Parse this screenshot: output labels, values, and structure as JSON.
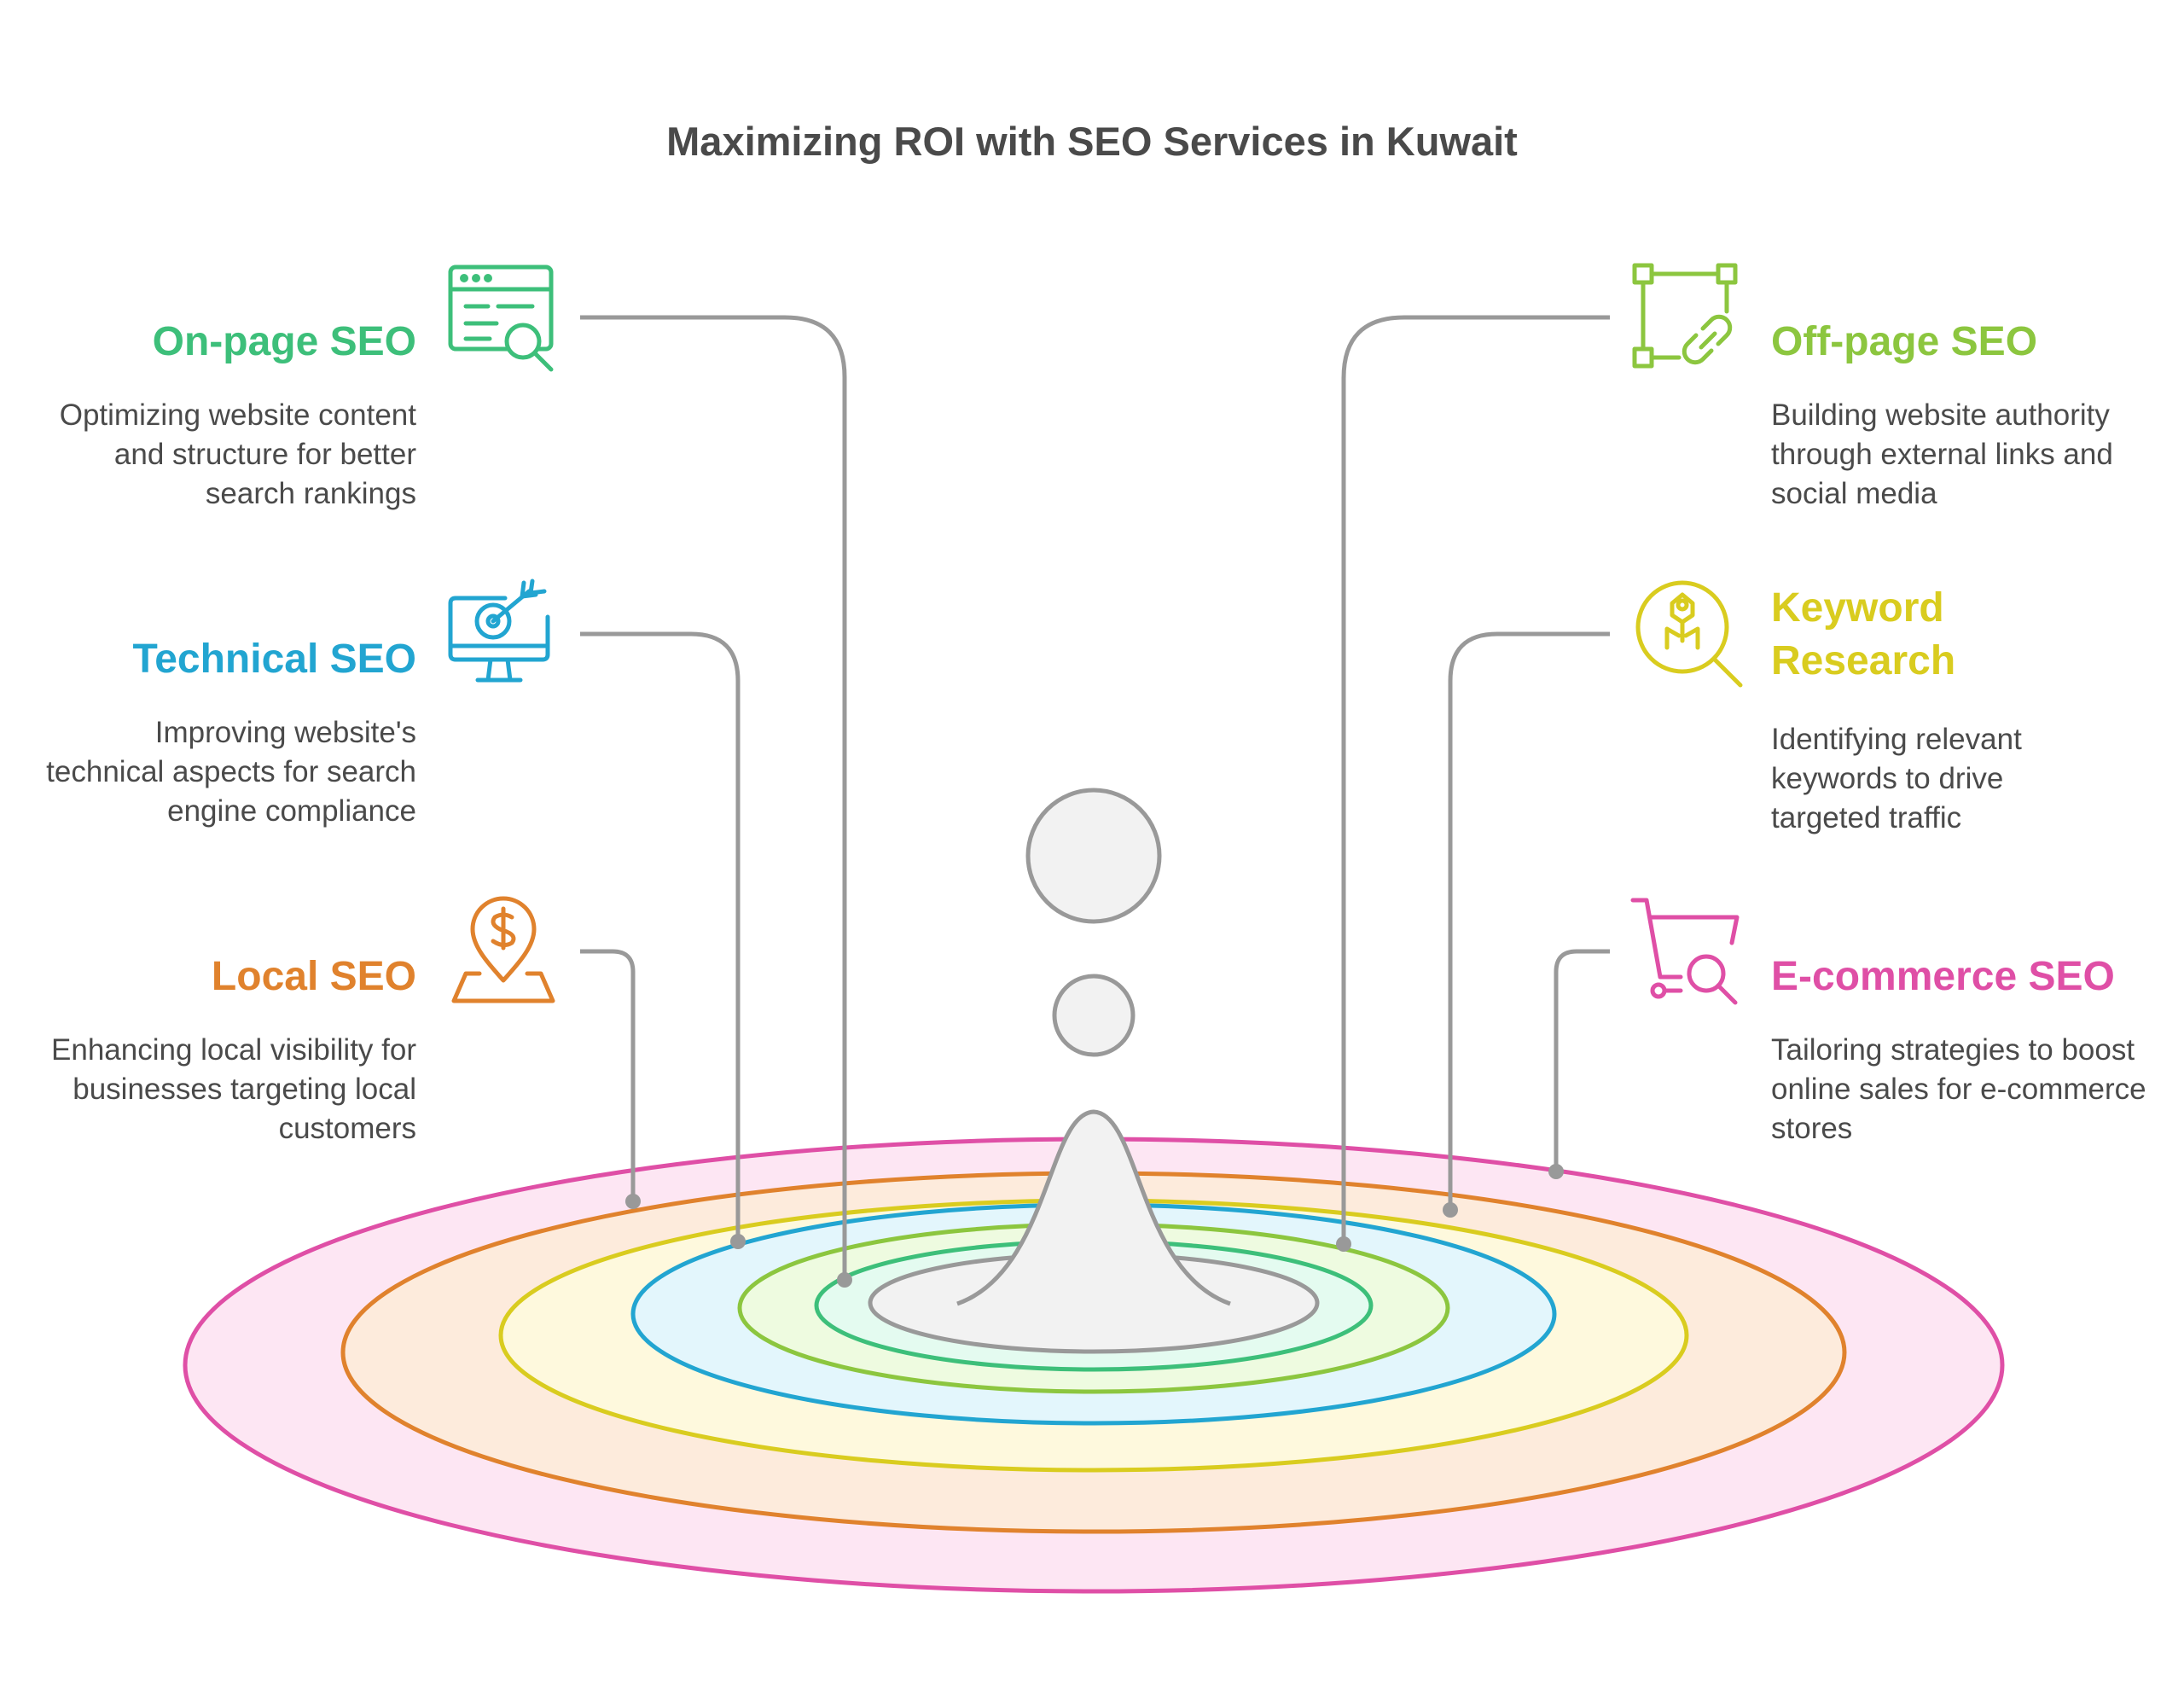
{
  "title": "Maximizing ROI with SEO Services in Kuwait",
  "colors": {
    "onpage": "#3dbf7a",
    "technical": "#22a5d1",
    "local": "#e0822d",
    "offpage": "#8cc63f",
    "keyword": "#d9cc1f",
    "ecommerce": "#df4fa6",
    "connector": "#999999",
    "text": "#4a4a4a"
  },
  "items": {
    "onpage": {
      "title": "On-page SEO",
      "desc": "Optimizing website content and structure for better search rankings",
      "icon": "webpage-search-icon"
    },
    "technical": {
      "title": "Technical SEO",
      "desc": "Improving website's technical aspects for search engine compliance",
      "icon": "monitor-target-icon"
    },
    "local": {
      "title": "Local SEO",
      "desc": "Enhancing local visibility for businesses targeting local customers",
      "icon": "location-dollar-icon"
    },
    "offpage": {
      "title": "Off-page SEO",
      "desc": "Building website authority through external links and social media",
      "icon": "frame-link-icon"
    },
    "keyword": {
      "title": "Keyword Research",
      "desc": "Identifying relevant keywords to drive targeted traffic",
      "icon": "magnifier-idea-icon"
    },
    "ecommerce": {
      "title": "E-commerce SEO",
      "desc": "Tailoring strategies to boost online sales for e-commerce stores",
      "icon": "cart-search-icon"
    }
  }
}
